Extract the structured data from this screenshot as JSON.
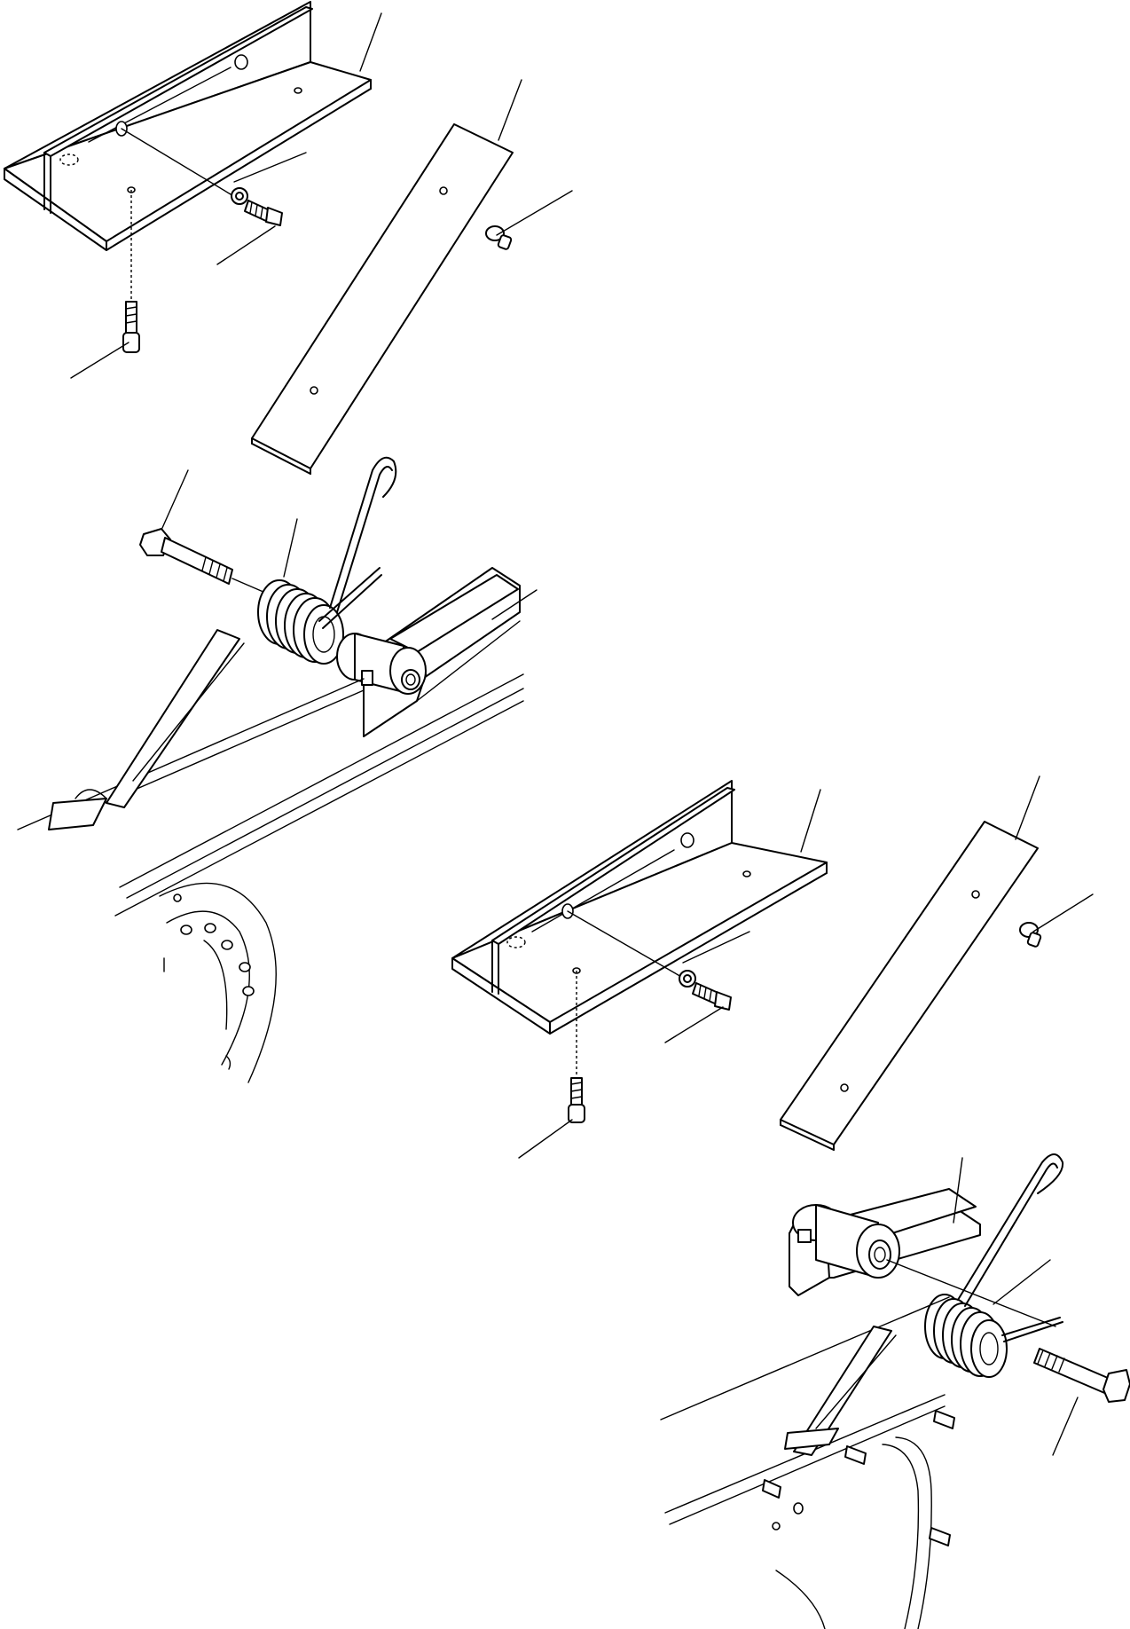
{
  "figure": {
    "kind": "exploded-parts-drawing",
    "line_color": "#000000",
    "background": "#ffffff",
    "assemblies": [
      {
        "id": "upper-left",
        "parts": [
          "angle-bracket",
          "flat-strip",
          "washer-bolt",
          "vertical-bolt",
          "small-screw",
          "long-bolt",
          "torsion-spring",
          "hinge-bracket-with-tube"
        ]
      },
      {
        "id": "lower-right",
        "parts": [
          "angle-bracket",
          "flat-strip",
          "washer-bolt",
          "vertical-bolt",
          "small-screw",
          "long-bolt",
          "torsion-spring",
          "hinge-bracket-with-tube"
        ]
      }
    ],
    "callout_count": 16
  }
}
